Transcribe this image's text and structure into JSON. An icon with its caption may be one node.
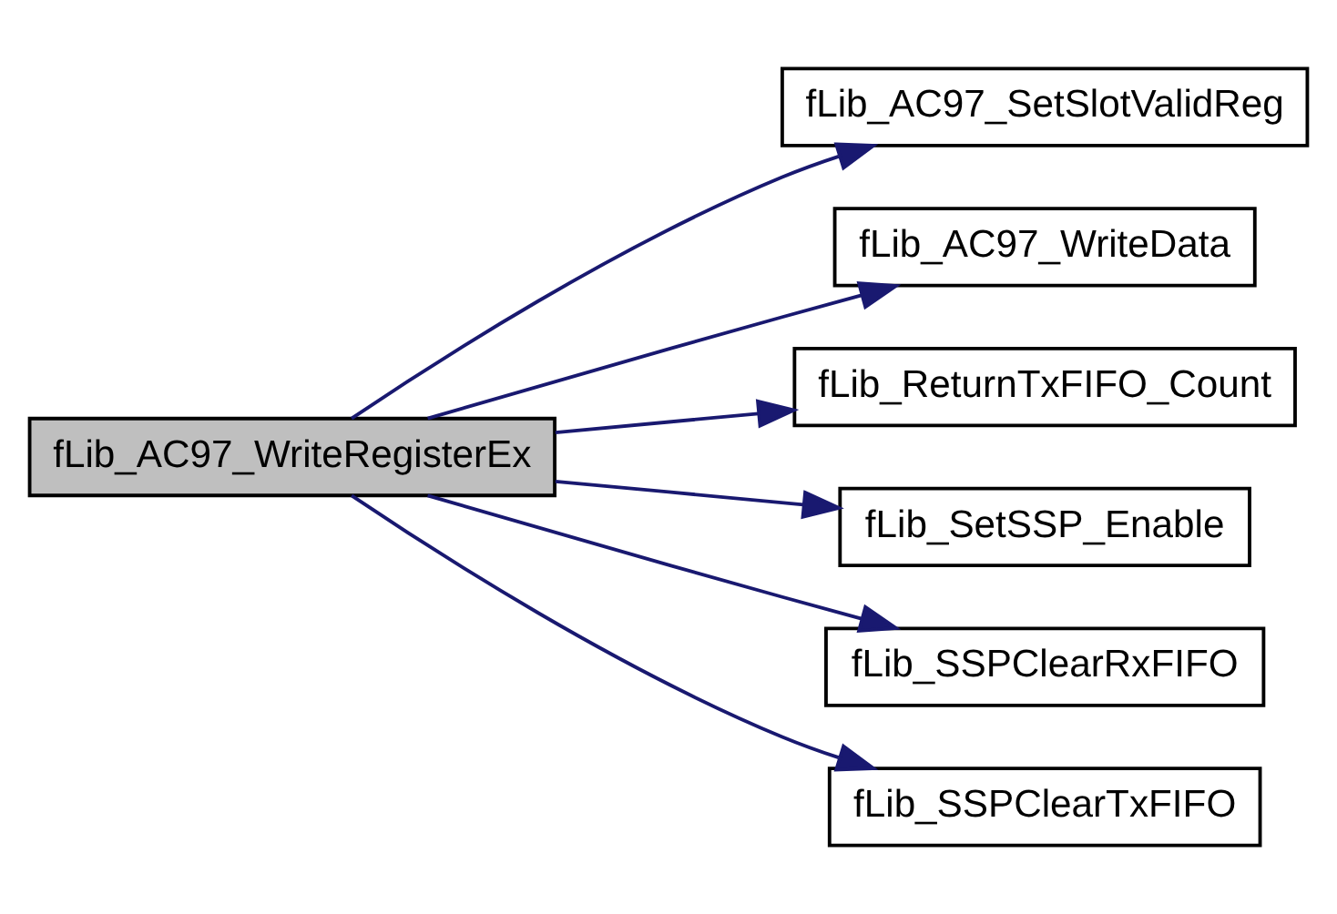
{
  "diagram": {
    "nodes": [
      {
        "text": [
          "fLib_AC97_WriteRegisterEx"
        ]
      },
      {
        "text": [
          "fLib_AC97_SetSlotValidReg"
        ]
      },
      {
        "text": [
          "fLib_AC97_WriteData"
        ]
      },
      {
        "text": [
          "fLib_ReturnTxFIFO_Count"
        ]
      },
      {
        "text": [
          "fLib_SetSSP_Enable"
        ]
      },
      {
        "text": [
          "fLib_SSPClearRxFIFO"
        ]
      },
      {
        "text": [
          "fLib_SSPClearTxFIFO"
        ]
      }
    ],
    "edges": [
      {
        "from": 0,
        "to": 1,
        "arrow": "to"
      },
      {
        "from": 0,
        "to": 2,
        "arrow": "to"
      },
      {
        "from": 0,
        "to": 3,
        "arrow": "to"
      },
      {
        "from": 0,
        "to": 4,
        "arrow": "to"
      },
      {
        "from": 0,
        "to": 5,
        "arrow": "to"
      },
      {
        "from": 0,
        "to": 6,
        "arrow": "to"
      }
    ]
  }
}
